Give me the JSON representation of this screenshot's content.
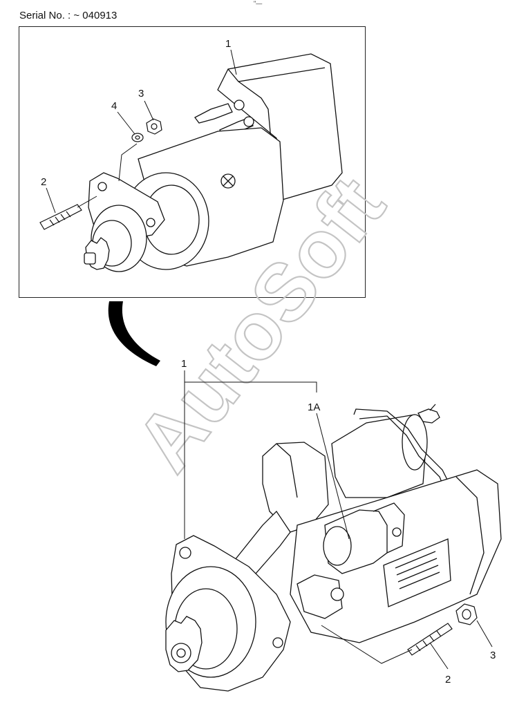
{
  "header": {
    "serial_text": "Serial No. : ~ 040913",
    "top_mark": "\"—"
  },
  "watermark": "AutoSoft",
  "upper_view": {
    "callouts": {
      "starter": "1",
      "stud": "2",
      "nut": "3",
      "washer": "4"
    }
  },
  "lower_view": {
    "callouts": {
      "starter": "1",
      "solenoid": "1A",
      "stud": "2",
      "nut": "3"
    }
  },
  "colors": {
    "line": "#111111",
    "watermark_outline": "#c4c4c4",
    "arrow": "#000000"
  }
}
